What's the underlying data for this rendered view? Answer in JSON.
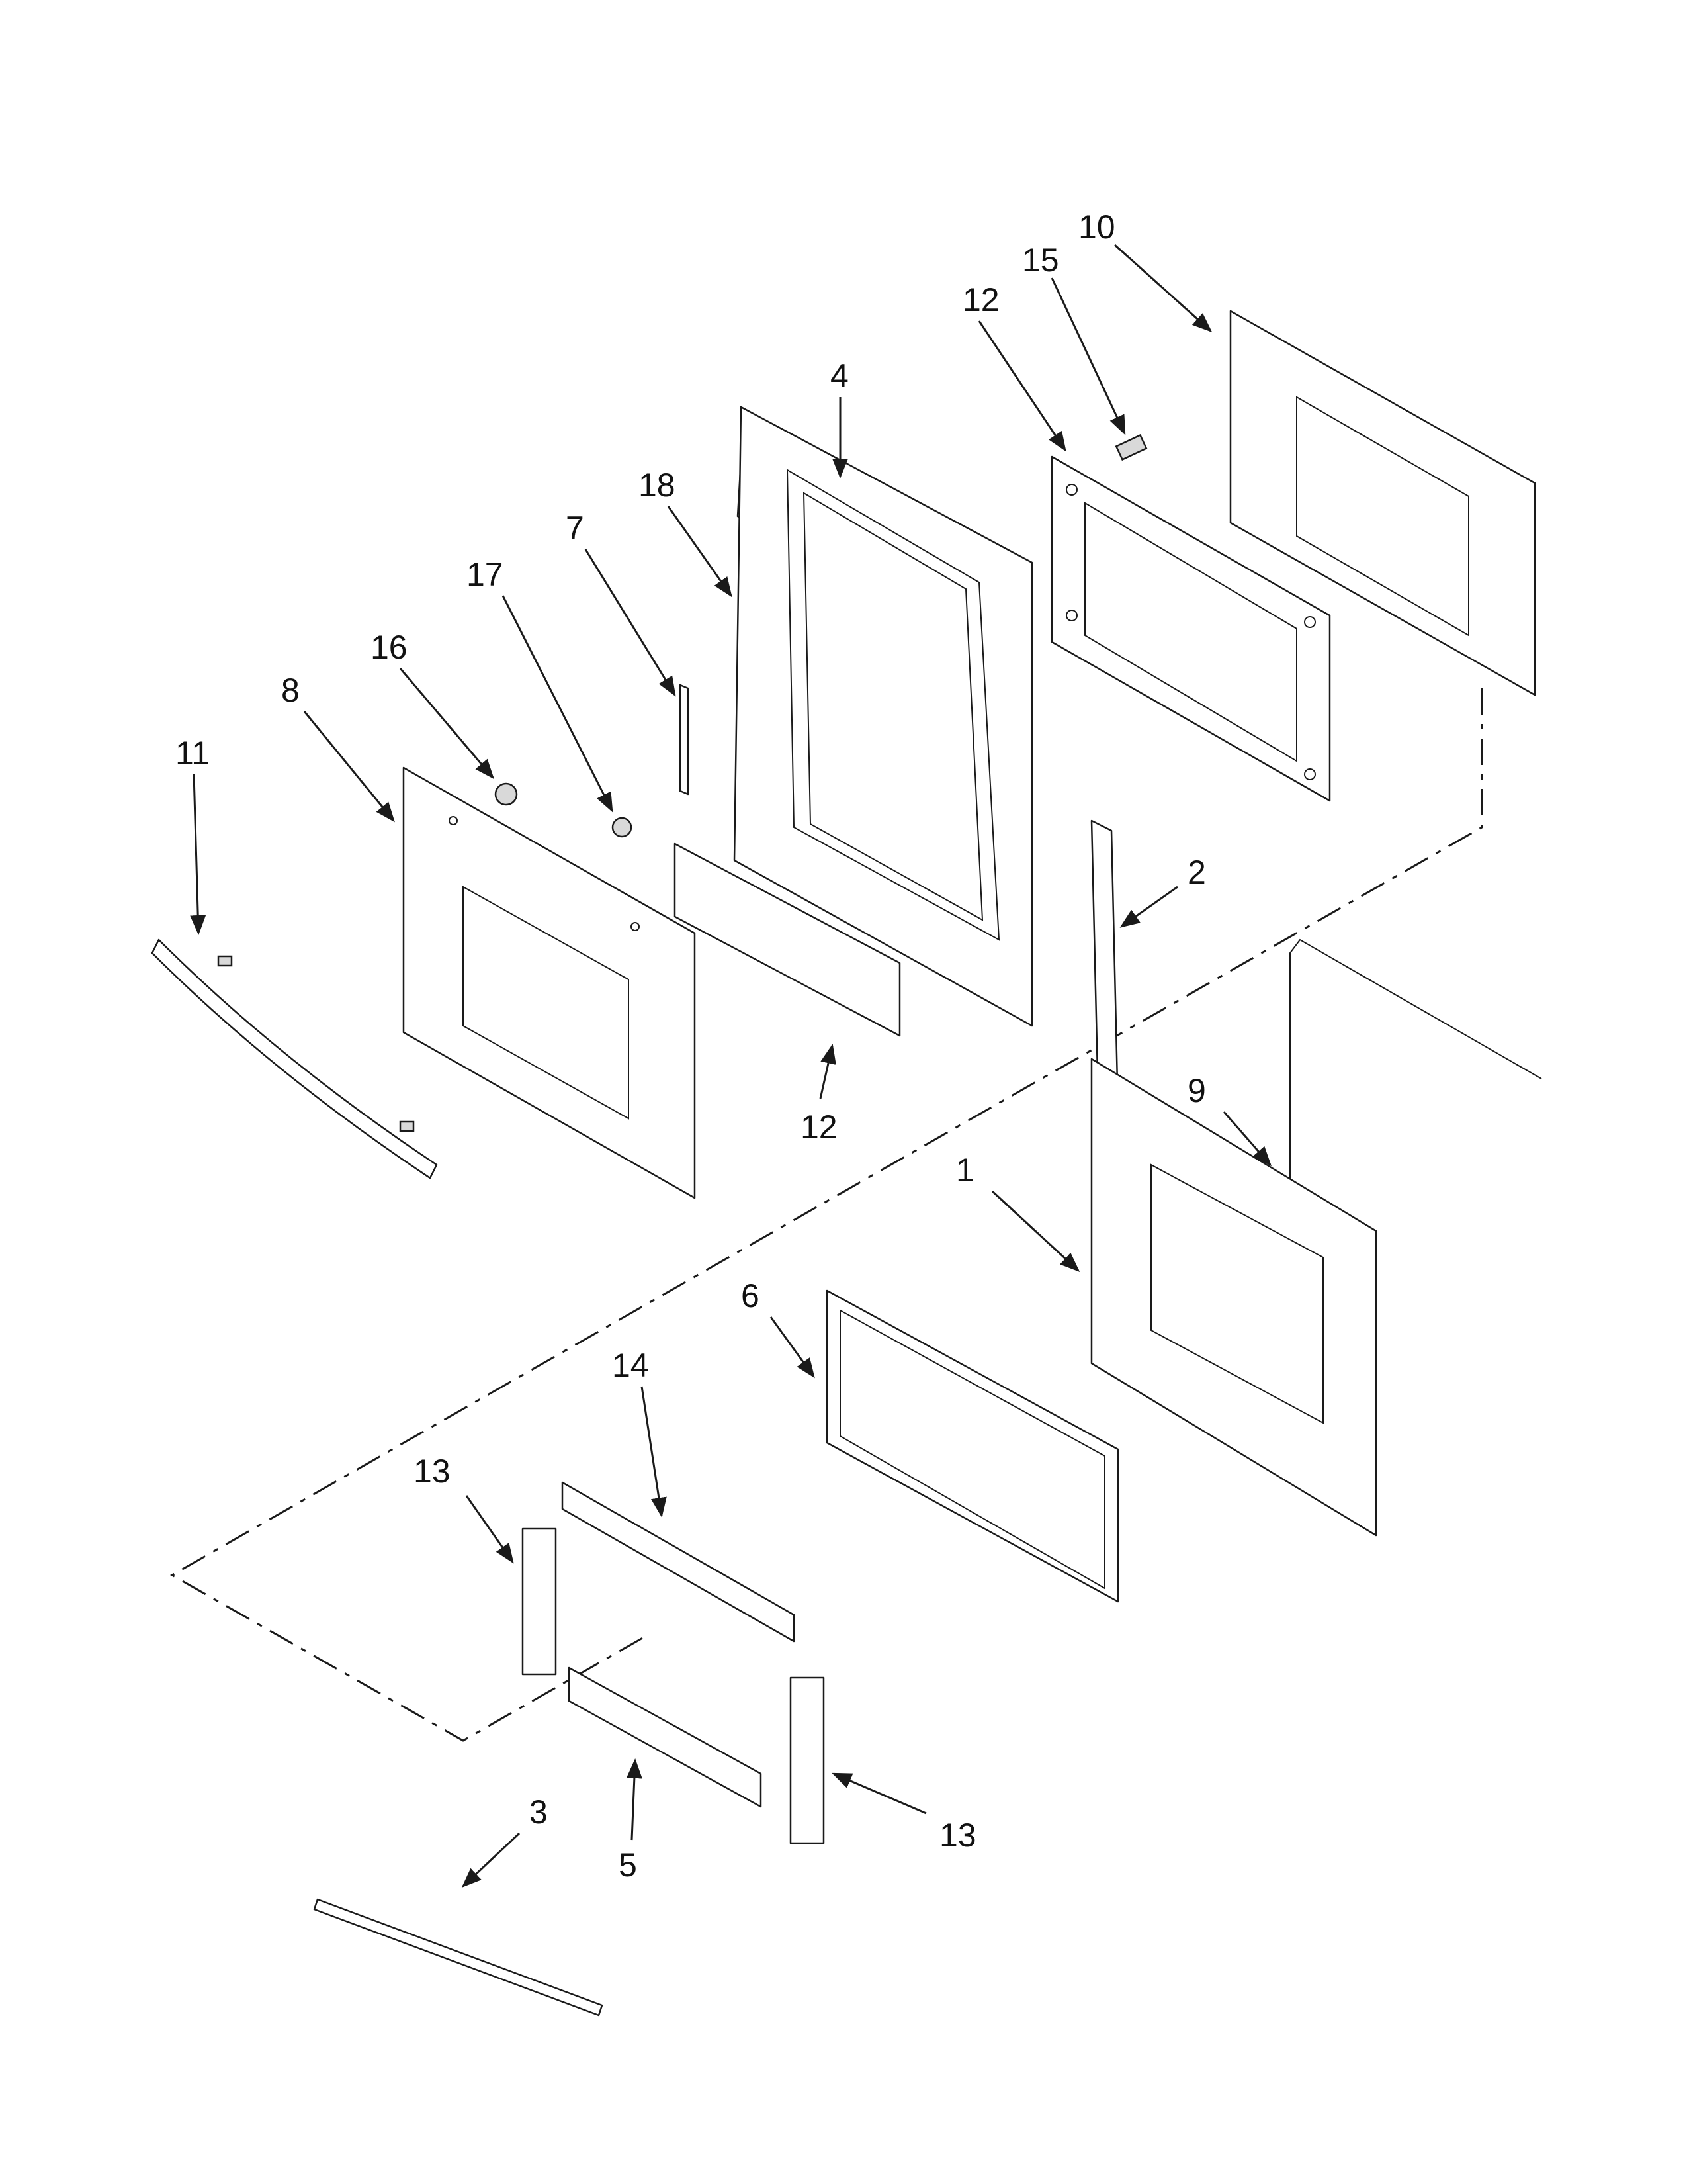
{
  "callouts": [
    {
      "id": "c10",
      "label": "10"
    },
    {
      "id": "c15",
      "label": "15"
    },
    {
      "id": "c12a",
      "label": "12"
    },
    {
      "id": "c4",
      "label": "4"
    },
    {
      "id": "c18",
      "label": "18"
    },
    {
      "id": "c7",
      "label": "7"
    },
    {
      "id": "c17",
      "label": "17"
    },
    {
      "id": "c16",
      "label": "16"
    },
    {
      "id": "c8",
      "label": "8"
    },
    {
      "id": "c11",
      "label": "11"
    },
    {
      "id": "c2",
      "label": "2"
    },
    {
      "id": "c12b",
      "label": "12"
    },
    {
      "id": "c9",
      "label": "9"
    },
    {
      "id": "c1",
      "label": "1"
    },
    {
      "id": "c6",
      "label": "6"
    },
    {
      "id": "c14",
      "label": "14"
    },
    {
      "id": "c13a",
      "label": "13"
    },
    {
      "id": "c13b",
      "label": "13"
    },
    {
      "id": "c3",
      "label": "3"
    },
    {
      "id": "c5",
      "label": "5"
    }
  ],
  "colors": {
    "line": "#1a1a1a",
    "background": "#ffffff"
  }
}
